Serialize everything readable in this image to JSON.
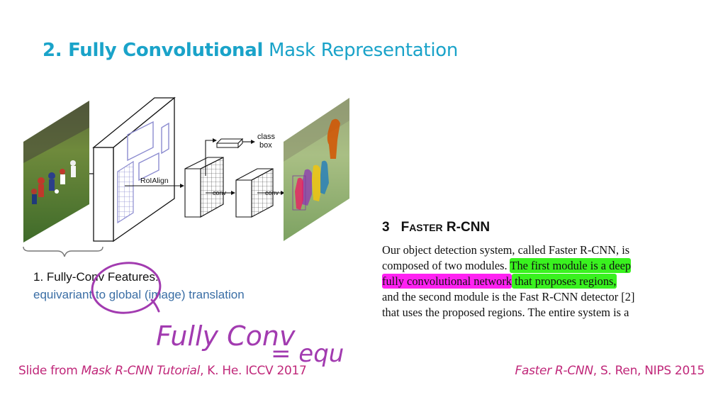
{
  "colors": {
    "accent": "#1aa3c9",
    "link_blue": "#3a6ea5",
    "footer_magenta": "#c0287a",
    "ink_purple": "#a23bb0",
    "highlight_green": "#39f21f",
    "highlight_magenta": "#ff21f2"
  },
  "title": {
    "bold": "2. Fully Convolutional",
    "light": " Mask Representation"
  },
  "figure": {
    "label_class": "class",
    "label_box": "box",
    "label_roialign": "RoIAlign",
    "label_conv1": "conv",
    "label_conv2": "conv"
  },
  "features": {
    "label": "1. Fully-Conv Features:",
    "desc": "equivariant to global (image) translation"
  },
  "paper": {
    "heading_num": "3",
    "heading_f": "F",
    "heading_aster": "ASTER",
    "heading_rest": " R-CNN",
    "line1": "Our object detection system, called Faster R-CNN, is",
    "line2_plain": "composed of two modules. ",
    "line2_green": "The first module is a deep",
    "line3_magenta": "fully convolutional network",
    "line3_green": " that proposes regions,",
    "line4": "and the second module is the Fast R-CNN detector [2]",
    "line5": "that uses the proposed regions. The entire system is a"
  },
  "handwriting": {
    "line1": "Fully Conv",
    "line2": "= equ"
  },
  "footer_left": {
    "prefix": "Slide from ",
    "italic": "Mask R-CNN Tutorial",
    "suffix": ", K. He. ICCV 2017"
  },
  "footer_right": {
    "italic": "Faster R-CNN",
    "suffix": ", S. Ren, NIPS 2015"
  }
}
